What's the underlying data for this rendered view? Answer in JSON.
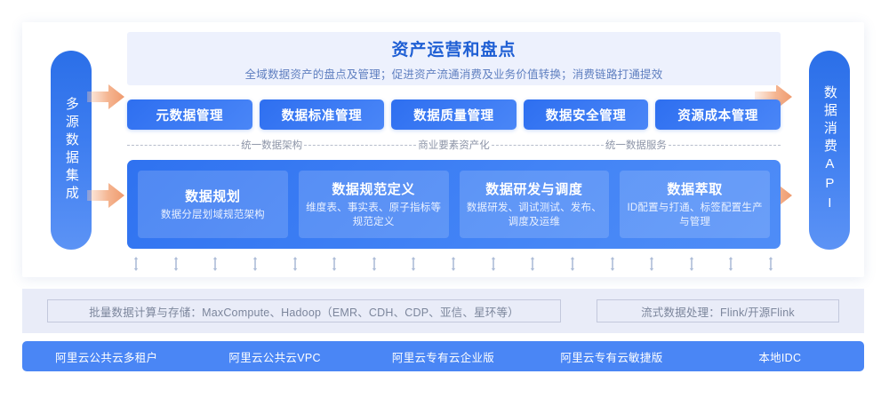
{
  "colors": {
    "brand_blue": "#2f72f0",
    "light_blue": "#4a86f5",
    "banner_bg": "#edf1fd",
    "strip_bg": "#e9ecf8",
    "arrow_orange": "#f3a882",
    "muted_text": "#8d95a8"
  },
  "left_pill": {
    "label": "多源数据集成"
  },
  "right_pill": {
    "label": "数据消费API"
  },
  "banner": {
    "title": "资产运营和盘点",
    "subtitle": "全域数据资产的盘点及管理；促进资产流通消费及业务价值转换；消费链路打通提效"
  },
  "capability_buttons": [
    {
      "label": "元数据管理"
    },
    {
      "label": "数据标准管理"
    },
    {
      "label": "数据质量管理"
    },
    {
      "label": "数据安全管理"
    },
    {
      "label": "资源成本管理"
    }
  ],
  "dashed_labels": [
    {
      "label": "统一数据架构"
    },
    {
      "label": "商业要素资产化"
    },
    {
      "label": "统一数据服务"
    }
  ],
  "panel_cards": [
    {
      "title": "数据规划",
      "desc": "数据分层划域规范架构"
    },
    {
      "title": "数据规范定义",
      "desc": "维度表、事实表、原子指标等规范定义"
    },
    {
      "title": "数据研发与调度",
      "desc": "数据研发、调试测试、发布、调度及运维"
    },
    {
      "title": "数据萃取",
      "desc": "ID配置与打通、标签配置生产与管理"
    }
  ],
  "compute_strip": {
    "batch": "批量数据计算与存储：MaxCompute、Hadoop（EMR、CDH、CDP、亚信、星环等）",
    "stream": "流式数据处理：Flink/开源Flink"
  },
  "footer_items": [
    {
      "label": "阿里云公共云多租户"
    },
    {
      "label": "阿里云公共云VPC"
    },
    {
      "label": "阿里云专有云企业版"
    },
    {
      "label": "阿里云专有云敏捷版"
    },
    {
      "label": "本地IDC"
    }
  ]
}
